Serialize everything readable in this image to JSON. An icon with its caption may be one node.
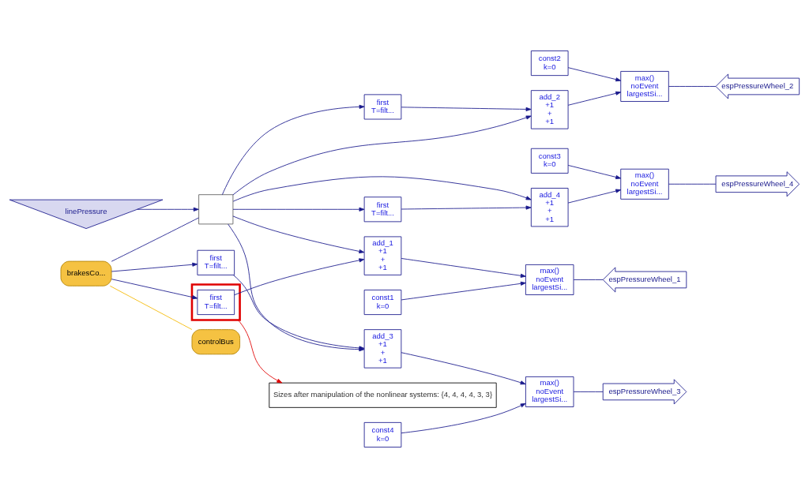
{
  "diagram": {
    "nodes": [
      {
        "text": [
          "linePressure"
        ]
      },
      {
        "text": [],
        "shape": "box"
      },
      {
        "text": [
          "const2",
          "k=0"
        ]
      },
      {
        "text": [
          "max()",
          "noEvent",
          "largestSi..."
        ]
      },
      {
        "text": [
          "add_2",
          "+1",
          "+",
          "+1"
        ]
      },
      {
        "text": [
          "first",
          "T=filt..."
        ]
      },
      {
        "text": [
          "espPressureWheel_2"
        ]
      },
      {
        "text": [
          "const3",
          "k=0"
        ]
      },
      {
        "text": [
          "max()",
          "noEvent",
          "largestSi..."
        ]
      },
      {
        "text": [
          "add_4",
          "+1",
          "+",
          "+1"
        ]
      },
      {
        "text": [
          "first",
          "T=filt..."
        ]
      },
      {
        "text": [
          "espPressureWheel_4"
        ]
      },
      {
        "text": [
          "const1",
          "k=0"
        ]
      },
      {
        "text": [
          "max()",
          "noEvent",
          "largestSi..."
        ]
      },
      {
        "text": [
          "add_1",
          "+1",
          "+",
          "+1"
        ]
      },
      {
        "text": [],
        "shape": "box"
      },
      {
        "text": [
          "first",
          "T=filt..."
        ],
        "in": 15
      },
      {
        "text": [
          "espPressureWheel_1"
        ]
      },
      {
        "text": [
          "const4",
          "k=0"
        ]
      },
      {
        "text": [
          "max()",
          "noEvent",
          "largestSi..."
        ]
      },
      {
        "text": [
          "add_3",
          "+1",
          "+",
          "+1"
        ]
      },
      {
        "text": [
          "first",
          "T=filt..."
        ]
      },
      {
        "text": [
          "espPressureWheel_3"
        ]
      },
      {
        "text": [
          "brakesCo..."
        ]
      },
      {
        "text": [
          "controlBus"
        ]
      },
      {
        "text": [
          "Sizes after manipulation of the nonlinear systems: {4, 4, 4, 4, 3, 3}"
        ]
      }
    ],
    "edges": [
      {
        "from": 0,
        "to": 1,
        "arrow": "to"
      },
      {
        "from": 1,
        "to": 4,
        "arrow": "to"
      },
      {
        "from": 1,
        "to": 5,
        "arrow": "to"
      },
      {
        "from": 1,
        "to": 9,
        "arrow": "to"
      },
      {
        "from": 1,
        "to": 10,
        "arrow": "to"
      },
      {
        "from": 1,
        "to": 14,
        "arrow": "to"
      },
      {
        "from": 1,
        "to": 20,
        "arrow": "to"
      },
      {
        "from": 2,
        "to": 3,
        "arrow": "to"
      },
      {
        "from": 4,
        "to": 3,
        "arrow": "to"
      },
      {
        "from": 3,
        "to": 6,
        "arrow": "none"
      },
      {
        "from": 5,
        "to": 4,
        "arrow": "to"
      },
      {
        "from": 7,
        "to": 8,
        "arrow": "to"
      },
      {
        "from": 9,
        "to": 8,
        "arrow": "to"
      },
      {
        "from": 8,
        "to": 11,
        "arrow": "none"
      },
      {
        "from": 10,
        "to": 9,
        "arrow": "to"
      },
      {
        "from": 12,
        "to": 13,
        "arrow": "to"
      },
      {
        "from": 14,
        "to": 13,
        "arrow": "to"
      },
      {
        "from": 13,
        "to": 17,
        "arrow": "none"
      },
      {
        "from": 16,
        "to": 14,
        "arrow": "to"
      },
      {
        "from": 18,
        "to": 19,
        "arrow": "to"
      },
      {
        "from": 20,
        "to": 19,
        "arrow": "to"
      },
      {
        "from": 19,
        "to": 22,
        "arrow": "none"
      },
      {
        "from": 21,
        "to": 20,
        "arrow": "to"
      },
      {
        "from": 23,
        "to": 16,
        "arrow": "to"
      },
      {
        "from": 23,
        "to": 21,
        "arrow": "to"
      },
      {
        "from": 23,
        "to": 1,
        "arrow": "none"
      },
      {
        "from": 23,
        "to": 24,
        "arrow": "none",
        "color": "#f5b800"
      },
      {
        "from": 15,
        "to": 25,
        "arrow": "to",
        "color": "#e00000"
      }
    ]
  }
}
